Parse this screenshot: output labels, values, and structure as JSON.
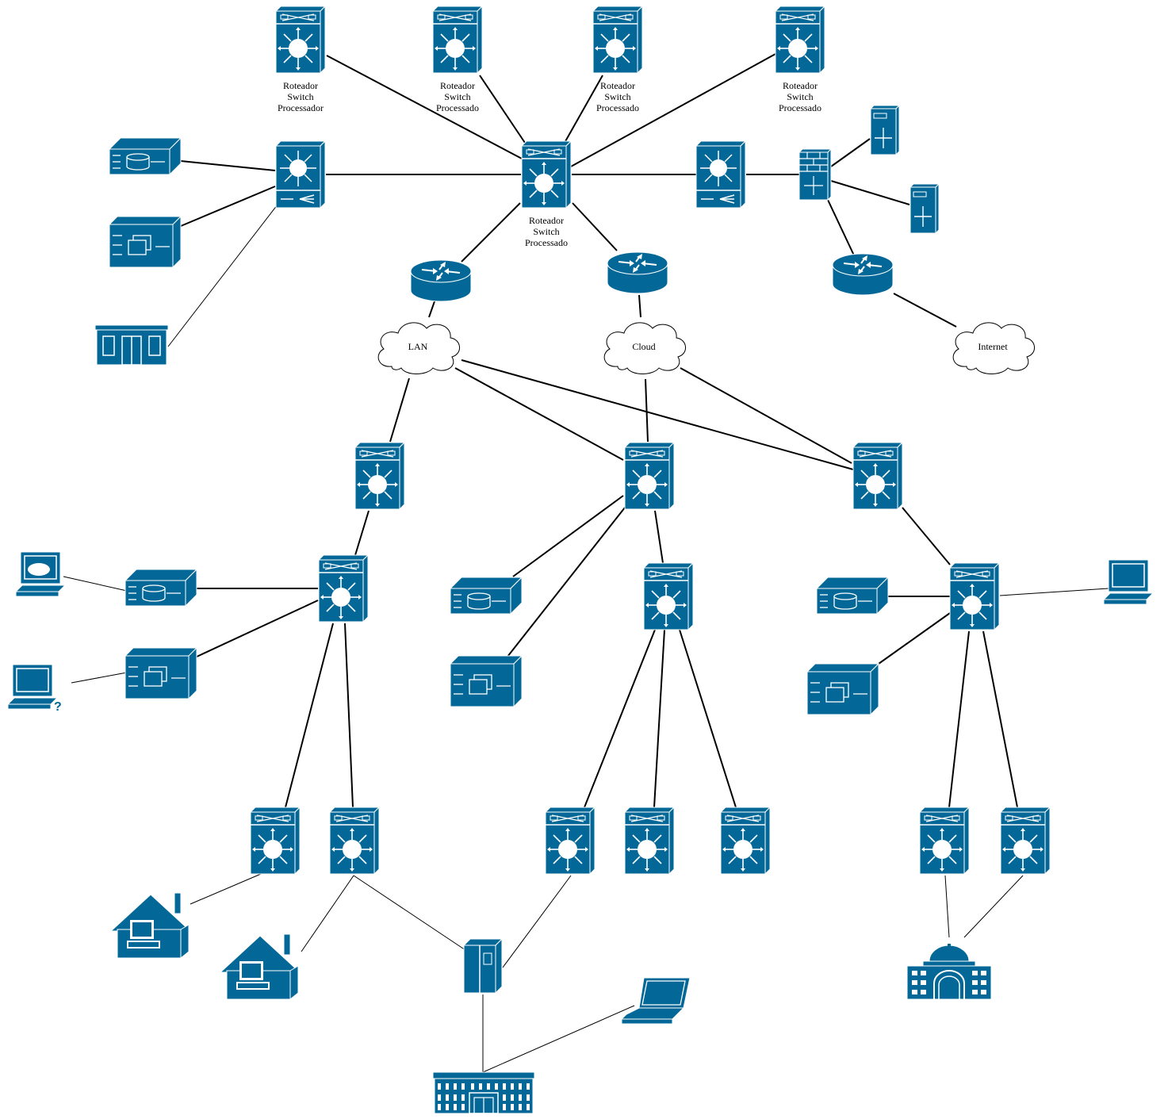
{
  "colors": {
    "device": "#036897",
    "line": "#000000",
    "background": "#ffffff"
  },
  "labels": {
    "top1": [
      "Roteador",
      "Switch",
      "Processador"
    ],
    "top2": [
      "Roteador",
      "Switch",
      "Processado"
    ],
    "top3": [
      "Roteador",
      "Switch",
      "Processado"
    ],
    "top4": [
      "Roteador",
      "Switch",
      "Processado"
    ],
    "core": [
      "Roteador",
      "Switch",
      "Processado"
    ]
  },
  "clouds": {
    "lan": "LAN",
    "cloud": "Cloud",
    "internet": "Internet"
  },
  "icons": {
    "multilayer_switch": "layer-3-switch-icon",
    "router": "router-icon",
    "firewall": "firewall-icon",
    "server": "server-icon",
    "storage": "storage-server-icon",
    "file_server": "file-server-icon",
    "workstation": "workstation-icon",
    "laptop": "laptop-icon",
    "home": "home-office-icon",
    "branch": "branch-office-icon",
    "government": "government-building-icon",
    "headquarters": "headquarters-icon",
    "mainframe": "mainframe-icon"
  }
}
